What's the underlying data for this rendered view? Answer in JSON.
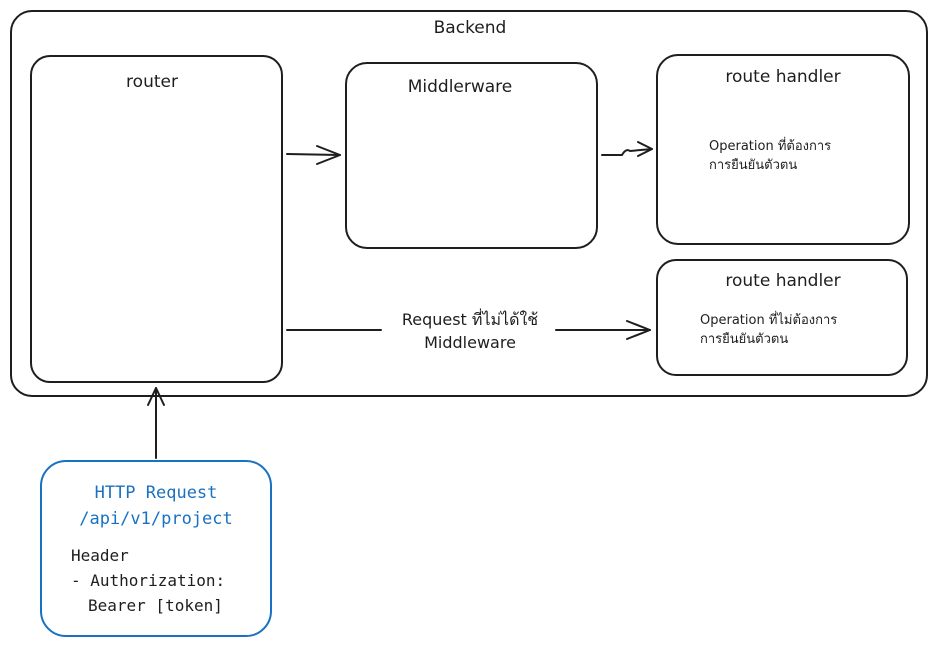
{
  "backend": {
    "title": "Backend"
  },
  "router": {
    "title": "router"
  },
  "middleware": {
    "title": "Middlerware"
  },
  "handler_auth": {
    "title": "route handler",
    "line1": "Operation ที่ต้องการ",
    "line2": "การยืนยันตัวตน"
  },
  "handler_public": {
    "title": "route handler",
    "line1": "Operation ที่ไม่ต้องการ",
    "line2": "การยืนยันตัวตน"
  },
  "bypass_label": {
    "line1": "Request ที่ไม่ได้ใช้",
    "line2": "Middleware"
  },
  "http_request": {
    "title_line1": "HTTP Request",
    "title_line2": "/api/v1/project",
    "header_label": "Header",
    "header_item": "- Authorization:",
    "header_value": "Bearer [token]"
  },
  "colors": {
    "stroke": "#1e1e1e",
    "request_accent": "#1971c2",
    "background": "#ffffff"
  }
}
